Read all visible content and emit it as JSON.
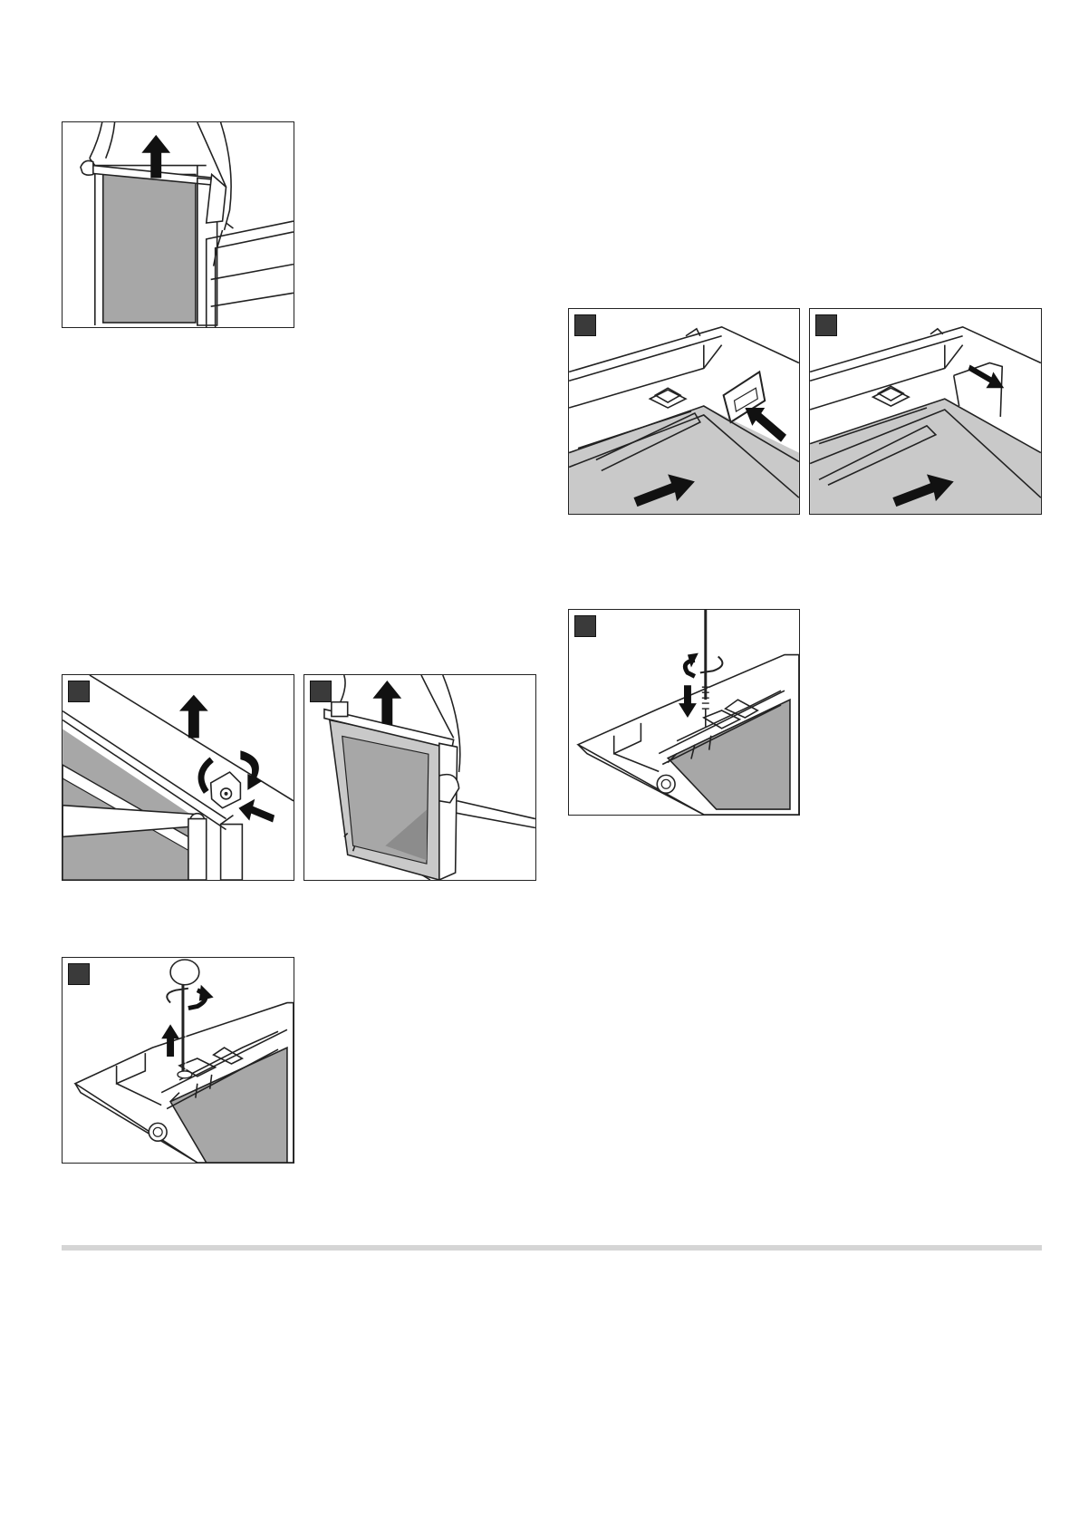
{
  "colors": {
    "line": "#222222",
    "panel_fill": "#a7a7a7",
    "light_fill": "#c9c9c9",
    "badge": "#3a3a3a",
    "separator": "#d5d5d5"
  },
  "figures": [
    {
      "id": "fig-door-lift",
      "icon": "door-lift-illustration",
      "has_badge": false
    },
    {
      "id": "fig-a-hinge-lever",
      "icon": "hinge-lever-illustration",
      "has_badge": true
    },
    {
      "id": "fig-b-door-remove",
      "icon": "door-remove-illustration",
      "has_badge": true
    },
    {
      "id": "fig-a-unscrew",
      "icon": "screwdriver-unscrew-illustration",
      "has_badge": true
    },
    {
      "id": "fig-a-insert-panel",
      "icon": "insert-panel-illustration",
      "has_badge": true
    },
    {
      "id": "fig-b-insert-panel",
      "icon": "insert-panel-illustration",
      "has_badge": true
    },
    {
      "id": "fig-a-screw-in",
      "icon": "screwdriver-screw-in-illustration",
      "has_badge": true
    }
  ]
}
